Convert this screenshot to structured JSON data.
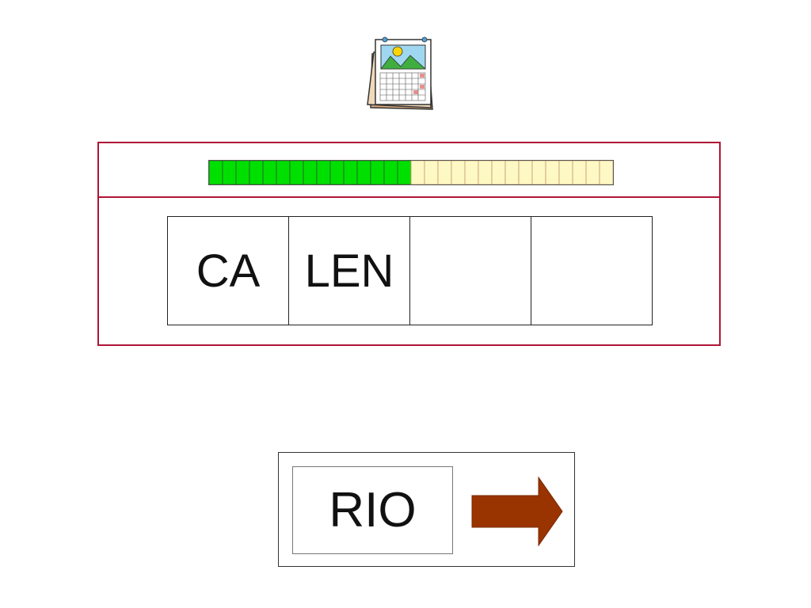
{
  "progress": {
    "total_segments": 30,
    "completed_segments": 15,
    "fraction": 0.5,
    "filled_color": "#00e000",
    "empty_color": "#fdf8c4",
    "divider_color": "#c49a6c"
  },
  "word": {
    "syllables": [
      "CA",
      "LEN",
      "",
      ""
    ]
  },
  "answer": {
    "option_label": "RIO"
  },
  "colors": {
    "panel_border": "#b01535",
    "arrow": "#993300"
  },
  "icons": {
    "illustration": "calendar-icon",
    "next": "right-arrow-icon"
  }
}
